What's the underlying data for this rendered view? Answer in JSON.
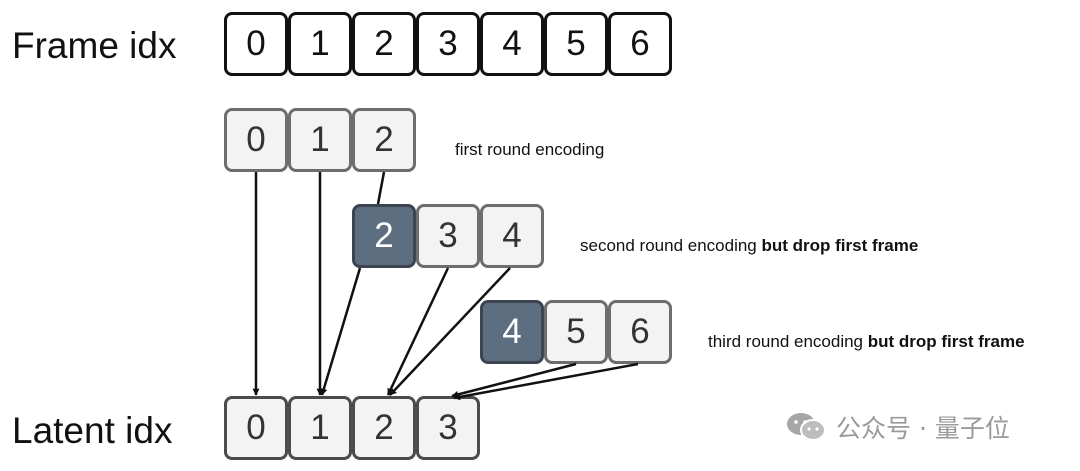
{
  "frame_row": {
    "label": "Frame idx",
    "cells": [
      "0",
      "1",
      "2",
      "3",
      "4",
      "5",
      "6"
    ]
  },
  "rounds": [
    {
      "cells": [
        "0",
        "1",
        "2"
      ],
      "note": "first round encoding",
      "note_bold": ""
    },
    {
      "cells": [
        "2",
        "3",
        "4"
      ],
      "note": "second round encoding ",
      "note_bold": "but drop first frame"
    },
    {
      "cells": [
        "4",
        "5",
        "6"
      ],
      "note": "third round encoding ",
      "note_bold": "but drop first frame"
    }
  ],
  "latent_row": {
    "label": "Latent idx",
    "cells": [
      "0",
      "1",
      "2",
      "3"
    ]
  },
  "watermark": {
    "text": "公众号 · 量子位"
  },
  "colors": {
    "dropped_frame_fill": "#5d6e80",
    "cell_fill": "#f3f3f3",
    "outline": "#111111"
  }
}
